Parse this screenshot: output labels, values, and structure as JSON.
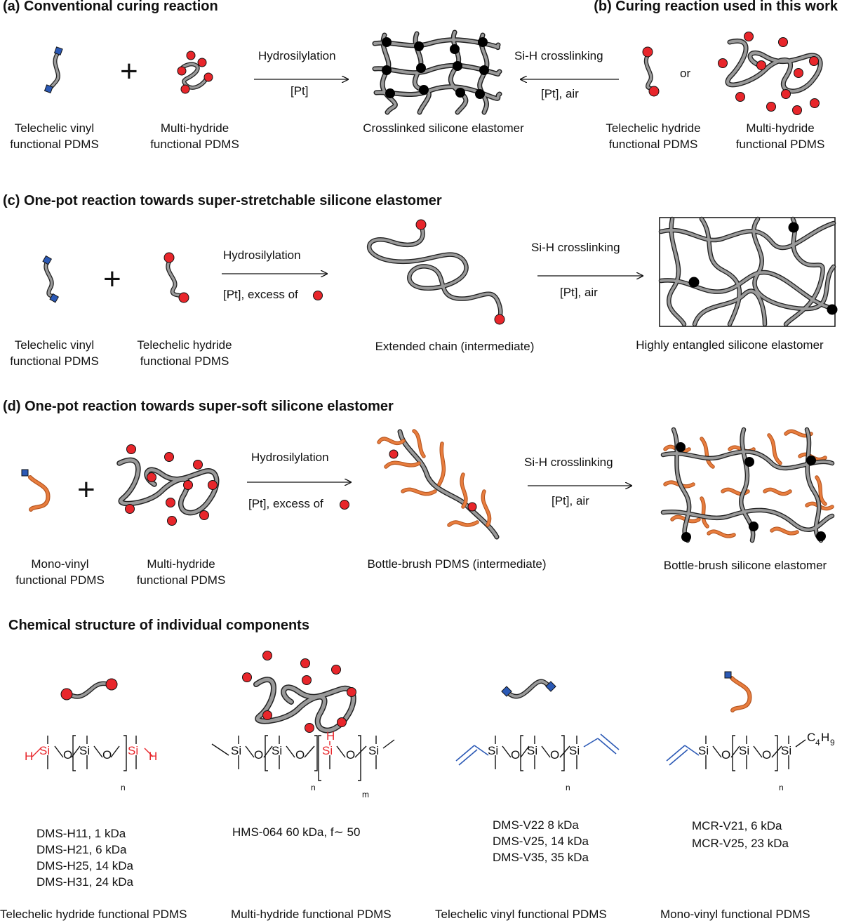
{
  "panels": {
    "a": {
      "title": "(a) Conventional curing reaction",
      "left_reactant": [
        "Telechelic vinyl",
        "functional PDMS"
      ],
      "right_reactant": [
        "Multi-hydride",
        "functional PDMS"
      ],
      "plus": "+",
      "arrow_top": "Hydrosilylation",
      "arrow_bottom": "[Pt]",
      "product": "Crosslinked silicone elastomer"
    },
    "b": {
      "title": "(b) Curing reaction used in this work",
      "arrow_top": "Si-H crosslinking",
      "arrow_bottom": "[Pt], air",
      "or": "or",
      "left_reactant": [
        "Telechelic hydride",
        "functional PDMS"
      ],
      "right_reactant": [
        "Multi-hydride",
        "functional PDMS"
      ]
    },
    "c": {
      "title": "(c) One-pot reaction  towards super-stretchable silicone elastomer",
      "left_reactant": [
        "Telechelic vinyl",
        "functional PDMS"
      ],
      "right_reactant": [
        "Telechelic hydride",
        "functional PDMS"
      ],
      "plus": "+",
      "arrow1_top": "Hydrosilylation",
      "arrow1_bottom": "[Pt], excess of",
      "intermediate": "Extended chain (intermediate)",
      "arrow2_top": "Si-H crosslinking",
      "arrow2_bottom": "[Pt], air",
      "product": "Highly entangled silicone elastomer"
    },
    "d": {
      "title": "(d) One-pot reaction towards super-soft silicone elastomer",
      "left_reactant": [
        "Mono-vinyl",
        "functional PDMS"
      ],
      "right_reactant": [
        "Multi-hydride",
        "functional PDMS"
      ],
      "plus": "+",
      "arrow1_top": "Hydrosilylation",
      "arrow1_bottom": "[Pt], excess of",
      "intermediate": "Bottle-brush PDMS (intermediate)",
      "arrow2_top": "Si-H crosslinking",
      "arrow2_bottom": "[Pt], air",
      "product": "Bottle-brush silicone elastomer"
    }
  },
  "structures": {
    "title": "Chemical structure of individual components",
    "atoms": {
      "si": "Si",
      "o": "O",
      "h": "H",
      "n": "n",
      "m": "m",
      "butyl": "C",
      "butyl_sub": "4",
      "butyl_h": "H",
      "butyl_h_sub": "9"
    },
    "items": [
      {
        "grades": [
          "DMS-H11, 1 kDa",
          "DMS-H21, 6 kDa",
          "DMS-H25, 14 kDa",
          "DMS-H31, 24 kDa"
        ],
        "caption": "Telechelic hydride functional PDMS"
      },
      {
        "grades": [
          "HMS-064  60 kDa, f∼ 50"
        ],
        "caption": "Multi-hydride functional PDMS"
      },
      {
        "grades": [
          "DMS-V22   8 kDa",
          "DMS-V25, 14 kDa",
          "DMS-V35, 35 kDa"
        ],
        "caption": "Telechelic vinyl functional PDMS"
      },
      {
        "grades": [
          "MCR-V21, 6 kDa",
          "MCR-V25, 23 kDa"
        ],
        "caption": "Mono-vinyl functional PDMS"
      }
    ]
  },
  "colors": {
    "hydride_dot": "#e8262b",
    "vinyl_square": "#2b59b5",
    "crosslink": "#000000",
    "pdms_chain": "#9a9a9a",
    "brush_side_chain": "#e87d3e",
    "si_h_highlight": "#e8262b",
    "vinyl_bond": "#2b59b5"
  }
}
